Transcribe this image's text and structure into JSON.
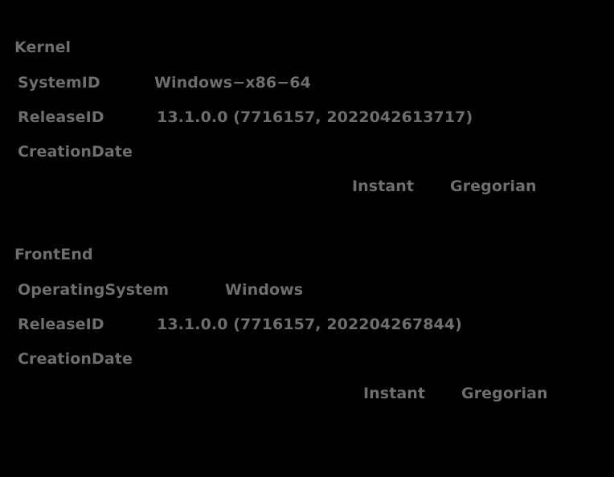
{
  "background_color": "#000000",
  "text_color": "#6e6e6e",
  "sections": [
    {
      "title": "Kernel",
      "rows": [
        {
          "key": "SystemID",
          "value": "Windows−x86−64"
        },
        {
          "key": "ReleaseID",
          "value": "13.1.0.0 (7716157, 2022042613717)"
        },
        {
          "key": "CreationDate",
          "value": ""
        }
      ],
      "date_parts": [
        "Instant",
        "Gregorian"
      ]
    },
    {
      "title": "FrontEnd",
      "rows": [
        {
          "key": "OperatingSystem",
          "value": "Windows"
        },
        {
          "key": "ReleaseID",
          "value": "13.1.0.0 (7716157, 202204267844)"
        },
        {
          "key": "CreationDate",
          "value": ""
        }
      ],
      "date_parts": [
        "Instant",
        "Gregorian"
      ]
    }
  ]
}
